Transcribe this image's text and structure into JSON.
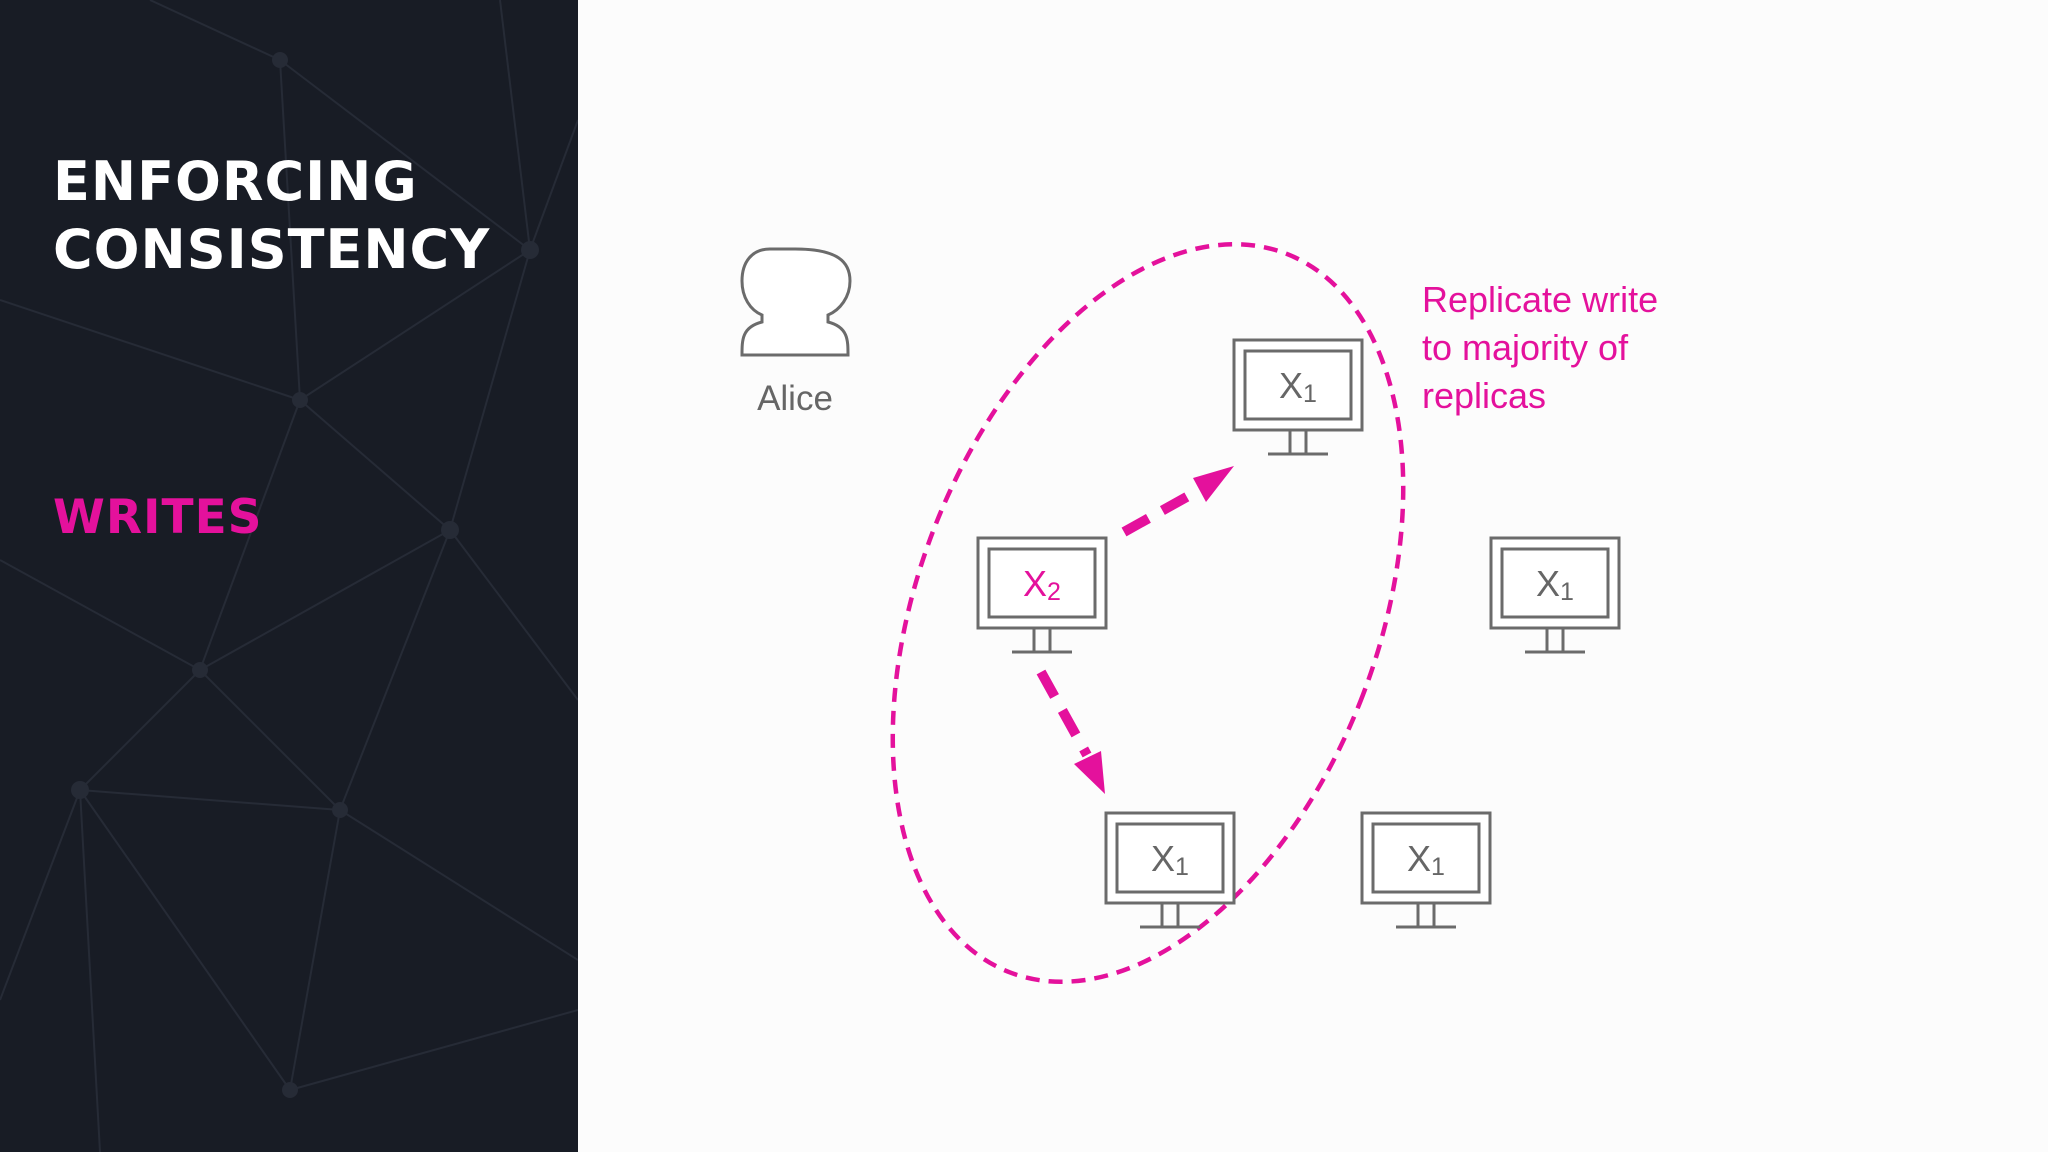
{
  "sidebar": {
    "title_line1": "ENFORCING",
    "title_line2": "CONSISTENCY",
    "section_label": "WRITES"
  },
  "diagram": {
    "user": {
      "name": "Alice",
      "icon": "user-icon"
    },
    "annotation_lines": [
      "Replicate write",
      "to majority of",
      "replicas"
    ],
    "replicas": [
      {
        "id": "replica-top",
        "value": "X",
        "version": "1",
        "highlighted": false
      },
      {
        "id": "replica-source",
        "value": "X",
        "version": "2",
        "highlighted": true
      },
      {
        "id": "replica-right",
        "value": "X",
        "version": "1",
        "highlighted": false
      },
      {
        "id": "replica-bottom-left",
        "value": "X",
        "version": "1",
        "highlighted": false
      },
      {
        "id": "replica-bottom-right",
        "value": "X",
        "version": "1",
        "highlighted": false
      }
    ],
    "icons": [
      "monitor-icon",
      "arrow-icon"
    ]
  },
  "colors": {
    "sidebar_bg": "#181c25",
    "accent": "#e4119c",
    "slide_bg": "#fcfcfc",
    "outline": "#6b6b6b",
    "text_gray": "#666666"
  }
}
